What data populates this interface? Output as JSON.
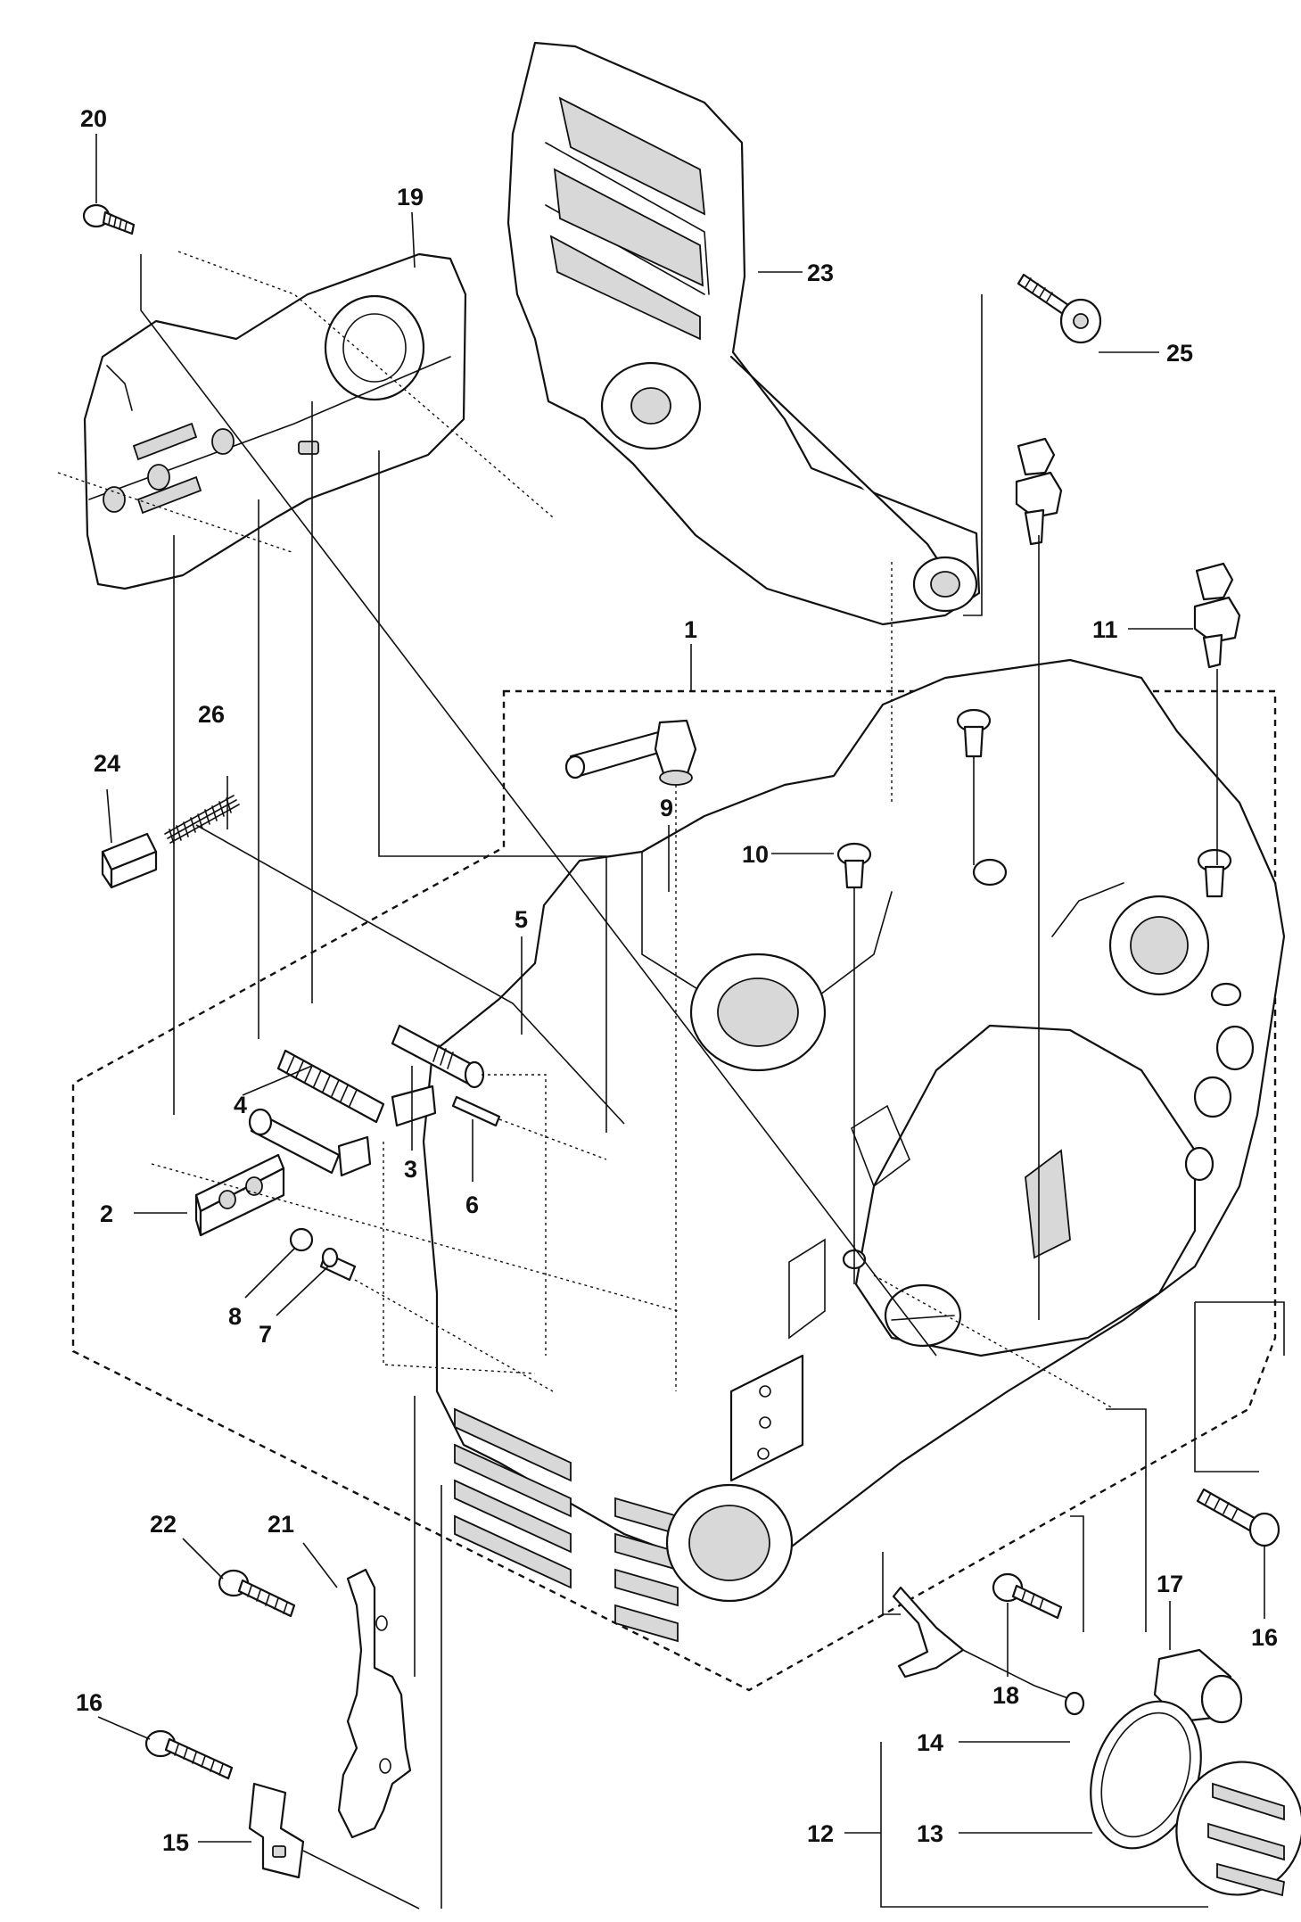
{
  "callouts": {
    "c1": "1",
    "c2": "2",
    "c3": "3",
    "c4": "4",
    "c5": "5",
    "c6": "6",
    "c7": "7",
    "c8": "8",
    "c9": "9",
    "c10": "10",
    "c11": "11",
    "c12": "12",
    "c13": "13",
    "c14": "14",
    "c15": "15",
    "c16a": "16",
    "c16b": "16",
    "c17": "17",
    "c18": "18",
    "c19": "19",
    "c20": "20",
    "c21": "21",
    "c22": "22",
    "c23": "23",
    "c24": "24",
    "c25": "25",
    "c26": "26"
  }
}
